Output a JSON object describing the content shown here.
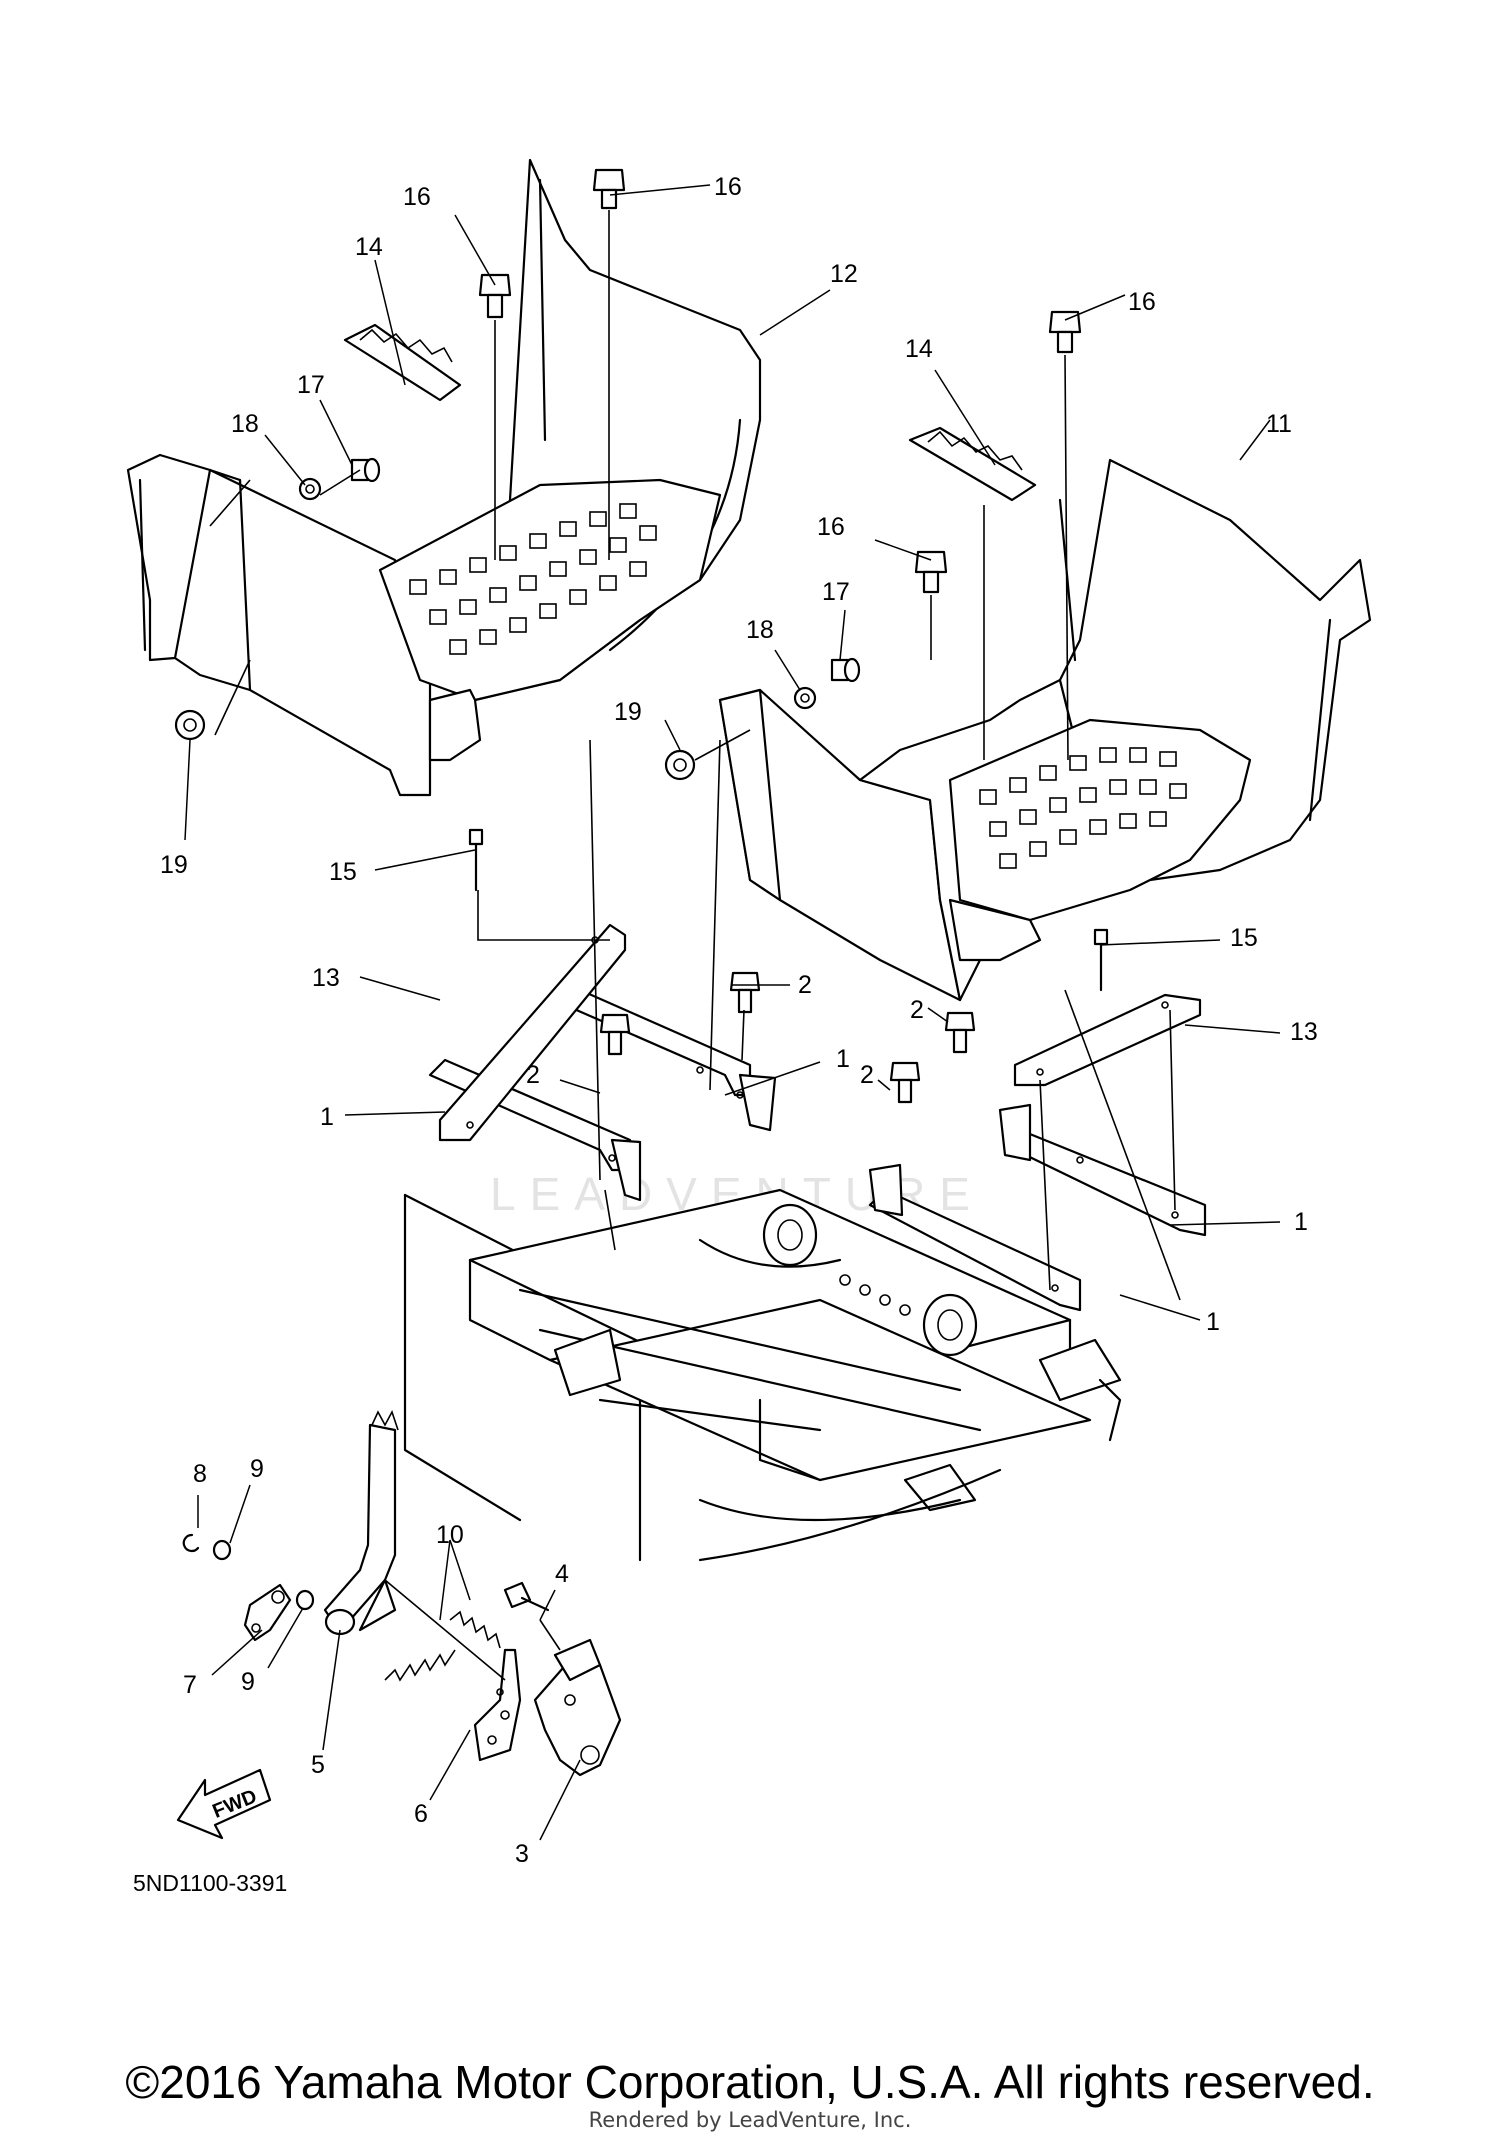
{
  "diagram": {
    "code": "5ND1100-3391",
    "fwd_label": "FWD",
    "watermark": "LEADVENTURE",
    "callouts": [
      "1",
      "2",
      "3",
      "4",
      "5",
      "6",
      "7",
      "8",
      "9",
      "10",
      "11",
      "12",
      "13",
      "14",
      "15",
      "16",
      "17",
      "18",
      "19"
    ]
  },
  "footer": {
    "copyright": "©2016 Yamaha Motor Corporation, U.S.A. All rights reserved.",
    "rendered_by": "Rendered by LeadVenture, Inc."
  }
}
